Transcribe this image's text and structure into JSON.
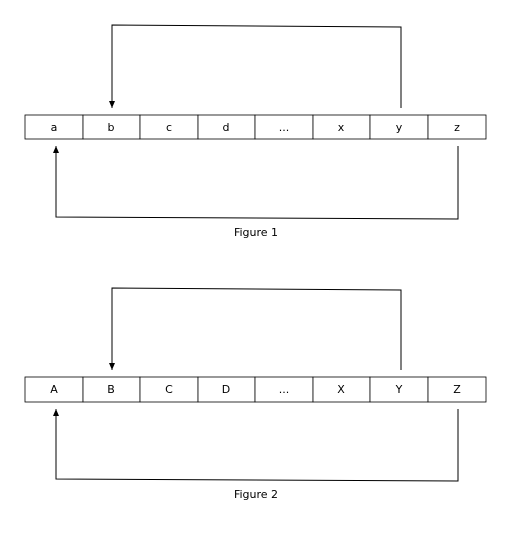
{
  "figures": [
    {
      "caption": "Figure 1",
      "cells": [
        "a",
        "b",
        "c",
        "d",
        "...",
        "x",
        "y",
        "z"
      ],
      "connections": [
        {
          "from": "y",
          "to": "b",
          "route": "above"
        },
        {
          "from": "z",
          "to": "a",
          "route": "below"
        }
      ]
    },
    {
      "caption": "Figure 2",
      "cells": [
        "A",
        "B",
        "C",
        "D",
        "...",
        "X",
        "Y",
        "Z"
      ],
      "connections": [
        {
          "from": "Y",
          "to": "B",
          "route": "above"
        },
        {
          "from": "Z",
          "to": "A",
          "route": "below"
        }
      ]
    }
  ],
  "colors": {
    "stroke": "#000000",
    "cell_fill": "#ffffff",
    "background": "#ffffff"
  }
}
